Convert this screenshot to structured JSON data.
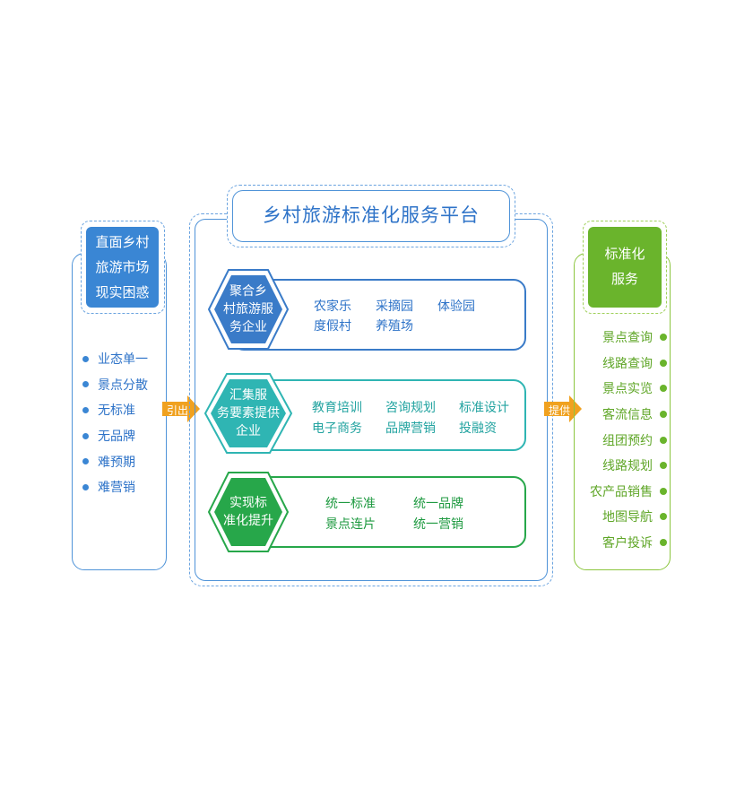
{
  "left": {
    "header": [
      "直面乡村",
      "旅游市场",
      "现实困惑"
    ],
    "items": [
      "业态单一",
      "景点分散",
      "无标准",
      "无品牌",
      "难预期",
      "难营销"
    ]
  },
  "center": {
    "title": "乡村旅游标准化服务平台",
    "rows": [
      {
        "label": "聚合乡\n村旅游服\n务企业",
        "items": [
          "农家乐",
          "采摘园",
          "体验园",
          "度假村",
          "养殖场"
        ]
      },
      {
        "label": "汇集服\n务要素提供\n企业",
        "items": [
          "教育培训",
          "咨询规划",
          "标准设计",
          "电子商务",
          "品牌营销",
          "投融资"
        ]
      },
      {
        "label": "实现标\n准化提升",
        "items": [
          "统一标准",
          "统一品牌",
          "景点连片",
          "统一营销"
        ]
      }
    ]
  },
  "arrows": {
    "left_label": "引出",
    "right_label": "提供"
  },
  "right": {
    "header": [
      "标准化",
      "服务"
    ],
    "items": [
      "景点查询",
      "线路查询",
      "景点实览",
      "客流信息",
      "组团预约",
      "线路规划",
      "农产品销售",
      "地图导航",
      "客户投诉"
    ]
  },
  "colors": {
    "blue": "#3a86d4",
    "teal": "#2fb5b3",
    "green": "#27a74a",
    "lime": "#6ab42c"
  }
}
